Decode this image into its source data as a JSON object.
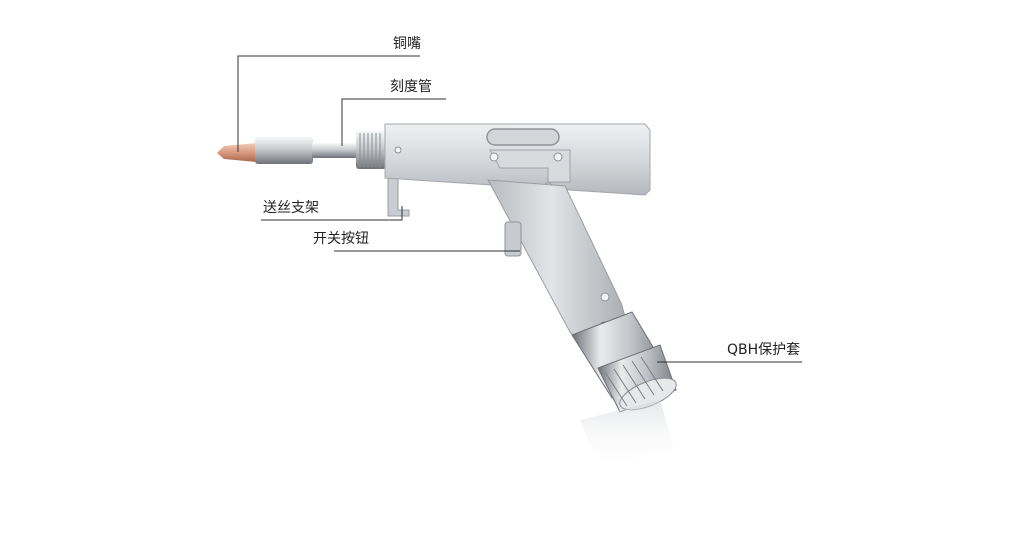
{
  "labels": {
    "nozzle": "铜嘴",
    "scale_tube": "刻度管",
    "wire_bracket": "送丝支架",
    "switch_button": "开关按钮",
    "qbh_cover": "QBH保护套"
  },
  "colors": {
    "leader_line": "#333333",
    "metal_light": "#e4e6e8",
    "metal_mid": "#b9bdc1",
    "metal_dark": "#8d9196",
    "copper": "#d99a7f"
  }
}
